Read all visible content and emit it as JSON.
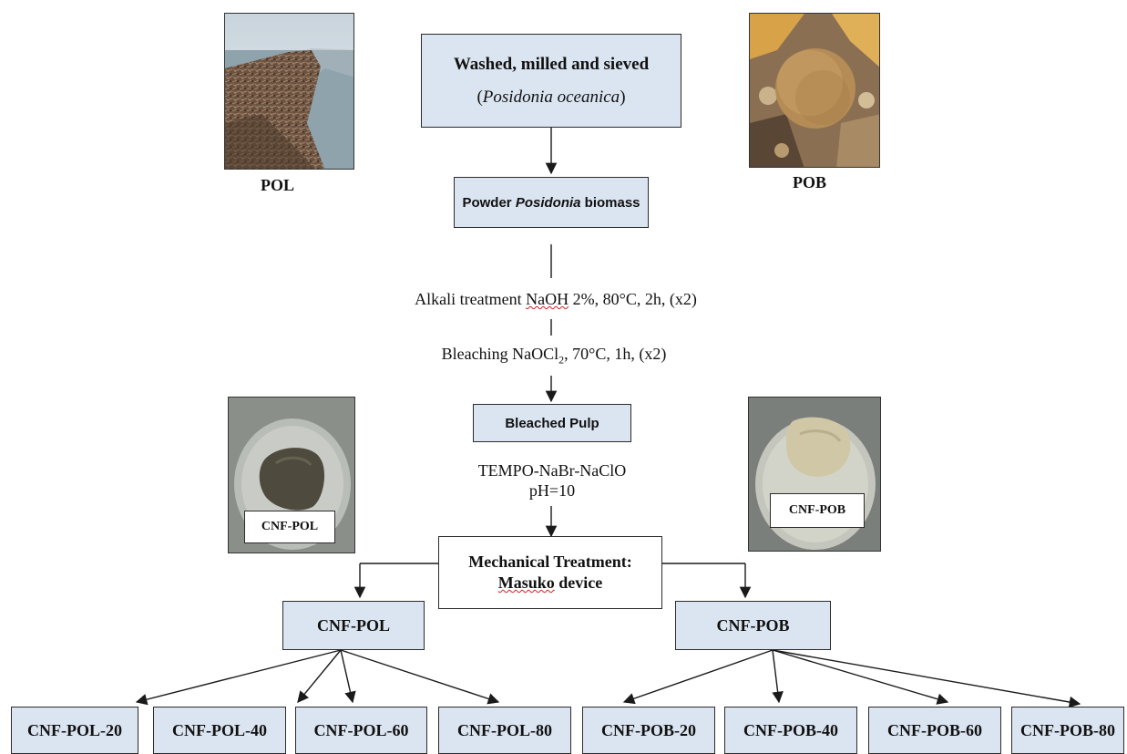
{
  "steps": {
    "washed_title": "Washed, milled and sieved",
    "species": "Posidonia oceanica",
    "powder_prefix": "Powder ",
    "powder_italic": "Posidonia",
    "powder_suffix": " biomass",
    "alkali_prefix": "Alkali treatment ",
    "alkali_naoh": "NaOH",
    "alkali_suffix": " 2%, 80°C, 2h, (x2)",
    "bleach_prefix": "Bleaching NaOCl",
    "bleach_sub": "2",
    "bleach_suffix": ", 70°C, 1h, (x2)",
    "bleached_pulp": "Bleached Pulp",
    "tempo_line1": "TEMPO-NaBr-NaClO",
    "tempo_line2": "pH=10",
    "mech_line1": "Mechanical Treatment:",
    "mech_masuko": "Masuko",
    "mech_device": " device"
  },
  "photos": {
    "pol_caption": "POL",
    "pob_caption": "POB",
    "cnf_pol_label": "CNF-POL",
    "cnf_pob_label": "CNF-POB"
  },
  "branches": {
    "pol": "CNF-POL",
    "pob": "CNF-POB"
  },
  "samples": [
    "CNF-POL-20",
    "CNF-POL-40",
    "CNF-POL-60",
    "CNF-POL-80",
    "CNF-POB-20",
    "CNF-POB-40",
    "CNF-POB-60",
    "CNF-POB-80"
  ],
  "colors": {
    "box_fill": "#dbe5f1",
    "border": "#2b2b2b"
  }
}
